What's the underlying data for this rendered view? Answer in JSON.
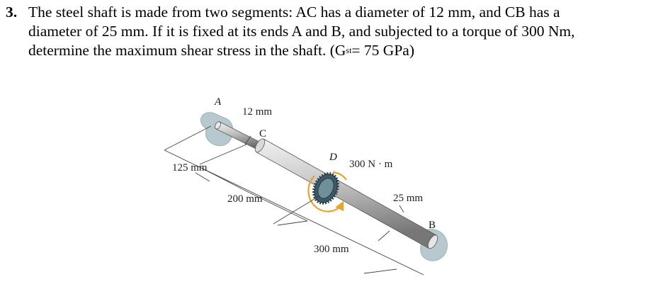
{
  "problem": {
    "number": "3.",
    "line1": "The steel shaft is made from two segments: AC has a diameter of 12 mm, and CB has a",
    "line2": "diameter of 25 mm. If it is fixed at its ends A and B, and subjected to a torque of 300 Nm,",
    "line3_pre": "determine the maximum shear stress in the shaft. (G",
    "line3_sub": "st",
    "line3_post": " = 75 GPa)"
  },
  "figure": {
    "label_a": "A",
    "label_b": "B",
    "label_c": "C",
    "label_d": "D",
    "dim_12mm": "12 mm",
    "dim_125mm": "125 mm",
    "dim_200mm": "200 mm",
    "dim_300mm": "300 mm",
    "dim_25mm": "25 mm",
    "torque": "300 N · m"
  }
}
